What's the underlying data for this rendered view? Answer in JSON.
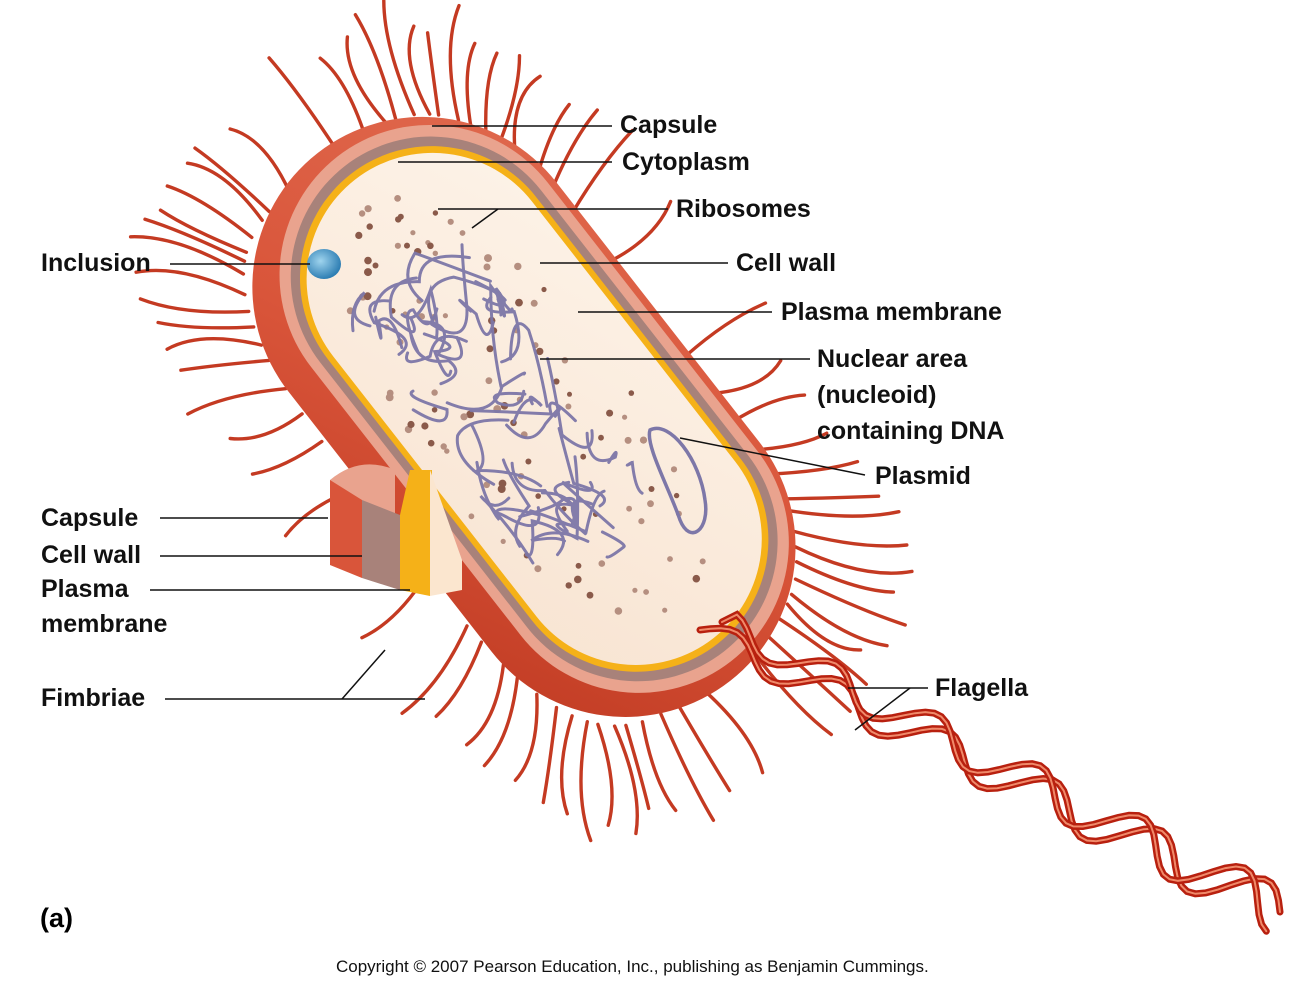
{
  "labels": {
    "capsule_right": "Capsule",
    "cytoplasm": "Cytoplasm",
    "ribosomes": "Ribosomes",
    "cell_wall_right": "Cell wall",
    "plasma_membrane_right": "Plasma membrane",
    "nuclear_area_1": "Nuclear area",
    "nuclear_area_2": "(nucleoid)",
    "nuclear_area_3": "containing DNA",
    "plasmid": "Plasmid",
    "flagella": "Flagella",
    "inclusion": "Inclusion",
    "capsule_left": "Capsule",
    "cell_wall_left": "Cell wall",
    "plasma_membrane_left_1": "Plasma",
    "plasma_membrane_left_2": "membrane",
    "fimbriae": "Fimbriae"
  },
  "panel_label": "(a)",
  "copyright": "Copyright © 2007 Pearson Education, Inc., publishing as Benjamin Cummings.",
  "colors": {
    "capsule": "#d9553a",
    "capsule_light": "#e9a38e",
    "cell_wall": "#a8827a",
    "plasma_membrane": "#f5b118",
    "cytoplasm": "#fbeee0",
    "dna": "#7d77a8",
    "fimbriae": "#c43a22",
    "flagella": "#d6321e",
    "inclusion": "#3a8fc0",
    "leader": "#111111"
  }
}
